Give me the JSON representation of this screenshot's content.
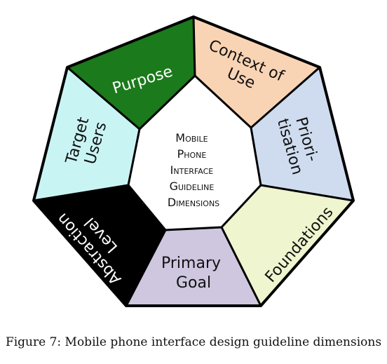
{
  "diagram": {
    "center": {
      "lines": [
        "Mobile",
        "Phone",
        "Interface",
        "Guideline",
        "Dimensions"
      ]
    },
    "segments": [
      {
        "id": "purpose",
        "lines": [
          "Purpose"
        ],
        "color": "#1b7a1b",
        "text_color": "#ffffff"
      },
      {
        "id": "context-of-use",
        "lines": [
          "Context of",
          "Use"
        ],
        "color": "#f9d4b4",
        "text_color": "#111111"
      },
      {
        "id": "prioritisation",
        "lines": [
          "Priori-",
          "tisation"
        ],
        "color": "#cfdcef",
        "text_color": "#111111"
      },
      {
        "id": "foundations",
        "lines": [
          "Foundations"
        ],
        "color": "#eef5cf",
        "text_color": "#111111"
      },
      {
        "id": "primary-goal",
        "lines": [
          "Primary",
          "Goal"
        ],
        "color": "#cfc7e0",
        "text_color": "#111111"
      },
      {
        "id": "abstraction-level",
        "lines": [
          "Abstraction",
          "Level"
        ],
        "color": "#000000",
        "text_color": "#ffffff"
      },
      {
        "id": "target-users",
        "lines": [
          "Target",
          "Users"
        ],
        "color": "#c9f4f4",
        "text_color": "#111111"
      }
    ]
  },
  "caption": "Figure 7: Mobile phone interface design guideline dimensions"
}
